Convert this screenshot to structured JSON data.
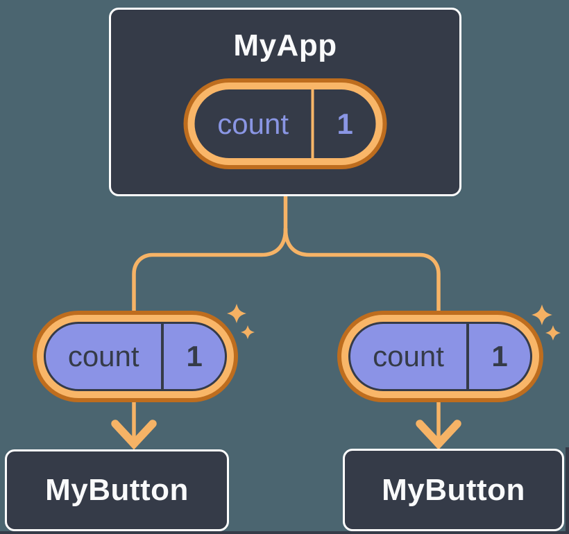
{
  "diagram": {
    "root": {
      "title": "MyApp",
      "state_pill": {
        "name": "count",
        "value": "1"
      }
    },
    "children": [
      {
        "title": "MyButton",
        "prop_pill": {
          "name": "count",
          "value": "1"
        }
      },
      {
        "title": "MyButton",
        "prop_pill": {
          "name": "count",
          "value": "1"
        }
      }
    ]
  },
  "colors": {
    "background": "#4B6570",
    "node_fill": "#353B48",
    "node_border": "#FFFFFF",
    "ring_outer": "#BE6D1E",
    "ring_inner": "#F9B668",
    "connector": "#F6B366",
    "sparkle": "#F5B163",
    "prop_fill": "#8B93E6",
    "state_text": "#8A96E4",
    "prop_text": "#353B48",
    "title_text": "#F9FAFB"
  }
}
